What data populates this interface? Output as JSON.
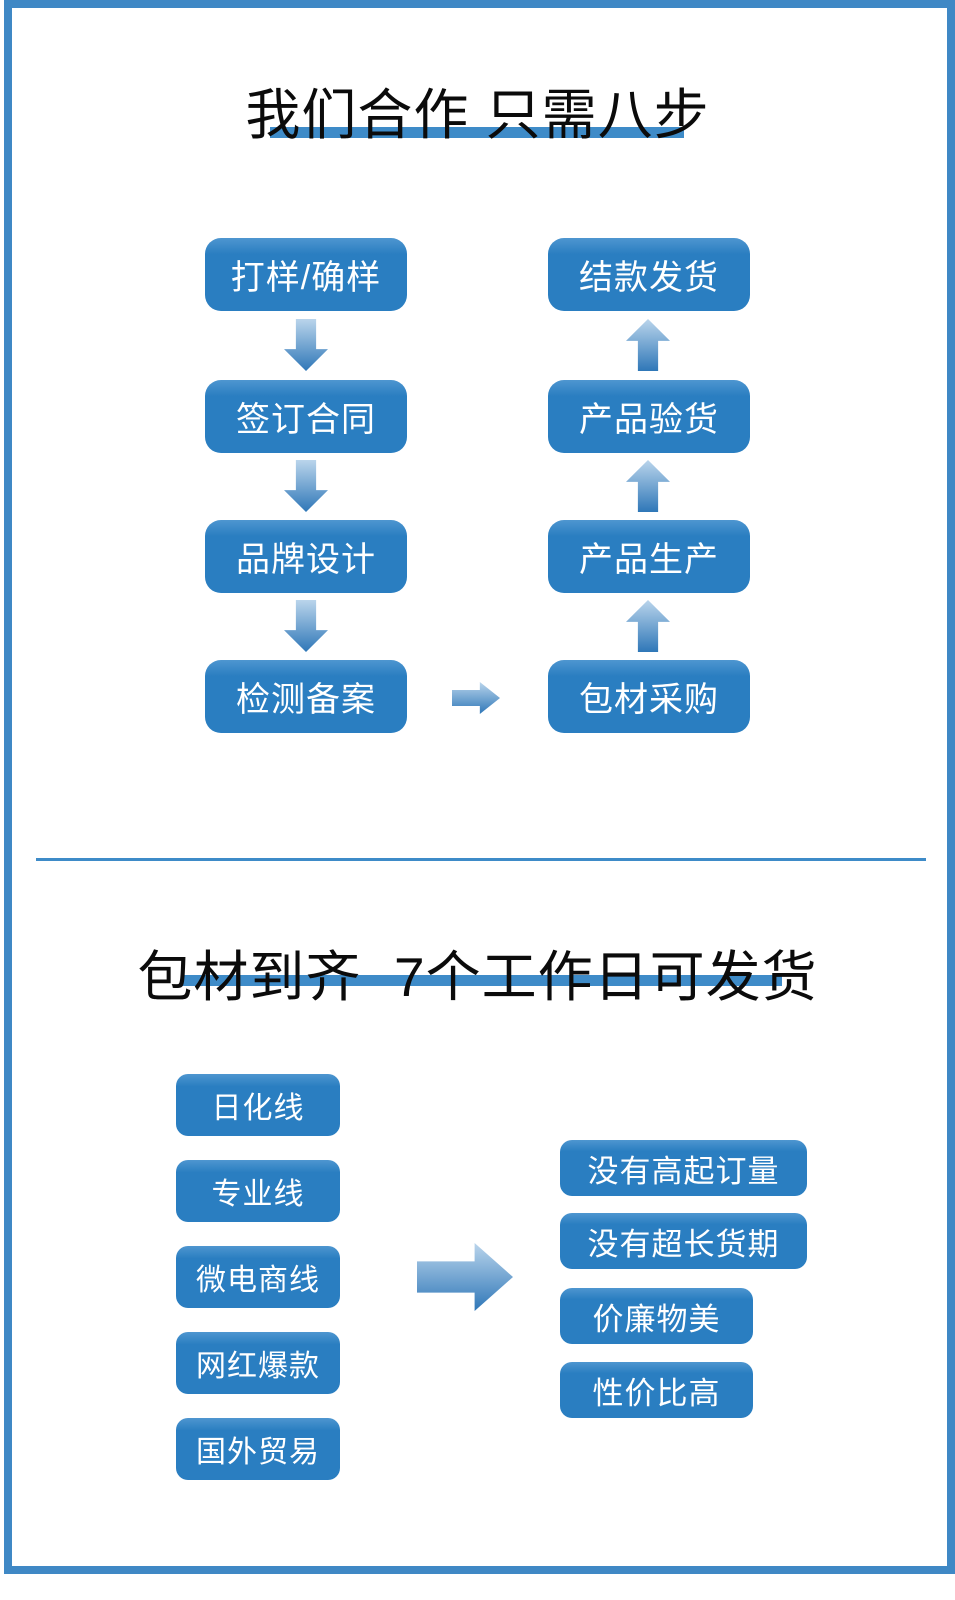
{
  "colors": {
    "frame": "#3F88C5",
    "accent": "#3E8BC8",
    "box": "#2A7EC1",
    "box_highlight": "#4E96D0",
    "box_text": "#FFFFFF",
    "title_text": "#0B0B0B",
    "arrow_light": "#BAD5EC",
    "arrow_dark": "#2F77B8"
  },
  "top": {
    "title": "我们合作 只需八步",
    "left_steps": [
      "打样/确样",
      "签订合同",
      "品牌设计",
      "检测备案"
    ],
    "right_steps": [
      "结款发货",
      "产品验货",
      "产品生产",
      "包材采购"
    ]
  },
  "bottom": {
    "title": "包材到齐  7个工作日可发货",
    "lines": [
      "日化线",
      "专业线",
      "微电商线",
      "网红爆款",
      "国外贸易"
    ],
    "benefits": [
      "没有高起订量",
      "没有超长货期",
      "价廉物美",
      "性价比高"
    ]
  }
}
